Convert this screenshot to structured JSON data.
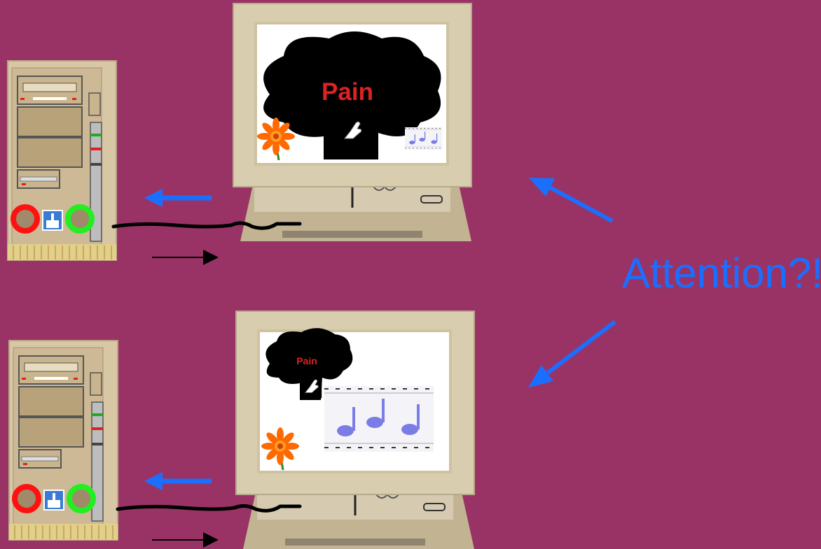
{
  "colors": {
    "background": "#993366",
    "accent_arrow": "#1a6fff",
    "pain_text": "#dd2222",
    "case_beige": "#d8c7a4",
    "power_red": "#ff1111",
    "power_green": "#22ee22"
  },
  "top_scene": {
    "pain_label": "Pain",
    "icons": [
      "computer-tower-icon",
      "monitor-icon",
      "thought-cloud-icon",
      "hand-icon",
      "flower-icon",
      "music-notes-icon"
    ]
  },
  "bottom_scene": {
    "pain_label": "Pain",
    "icons": [
      "computer-tower-icon",
      "monitor-icon",
      "thought-cloud-icon",
      "hand-icon",
      "flower-icon",
      "music-notes-icon"
    ]
  },
  "attention_label": "Attention?!"
}
